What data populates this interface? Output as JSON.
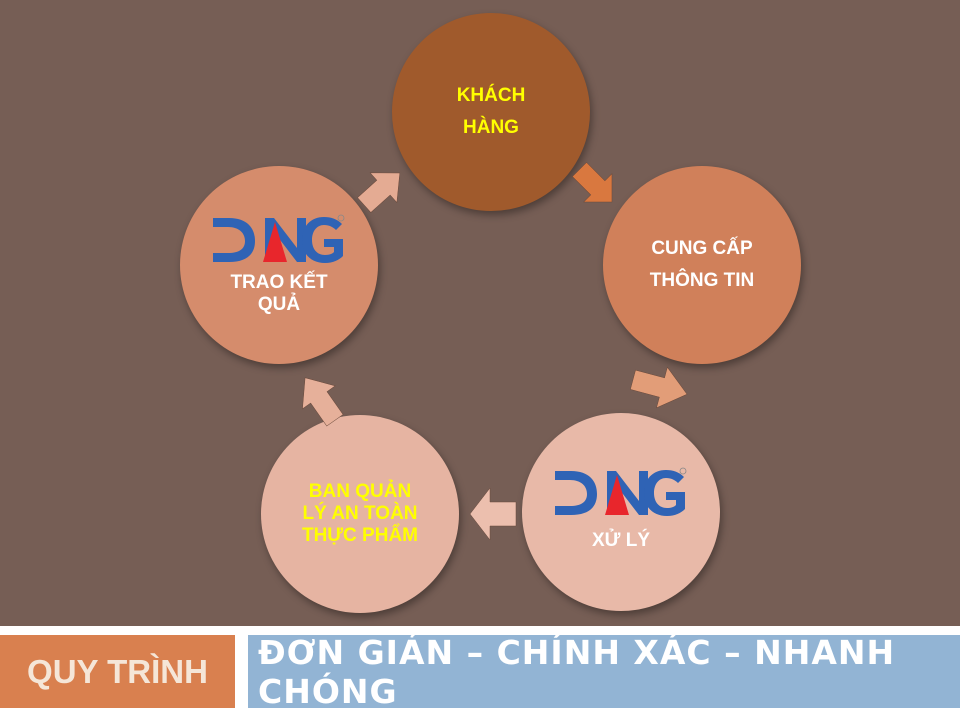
{
  "nodes": {
    "khach_hang": {
      "line1": "KHÁCH",
      "line2": "HÀNG"
    },
    "cung_cap": {
      "line1": "CUNG CẤP",
      "line2": "THÔNG TIN"
    },
    "xu_ly": {
      "logo_text": "DNG",
      "label": "XỬ LÝ"
    },
    "ban_quan_ly": {
      "line1": "BAN QUẢN",
      "line2": "LÝ AN TOÀN",
      "line3": "THỰC PHẨM"
    },
    "trao_ket_qua": {
      "logo_text": "DNG",
      "line1": "TRAO KẾT",
      "line2": "QUẢ"
    }
  },
  "footer": {
    "left_label": "QUY TRÌNH",
    "right_label": "ĐƠN GIẢN – CHÍNH XÁC – NHANH CHÓNG"
  },
  "colors": {
    "background": "#765e55",
    "khach_hang": "#a05a2c",
    "cung_cap": "#d0805a",
    "trao_ket_qua": "#d58c6c",
    "xu_ly": "#e8b9a8",
    "ban_quan_ly": "#e6b4a2",
    "logo_blue": "#2f63b5",
    "logo_red": "#e8262c",
    "footer_orange": "#d9804f",
    "footer_blue": "#92b4d4"
  },
  "icons": [
    "dng-logo",
    "process-arrow"
  ]
}
